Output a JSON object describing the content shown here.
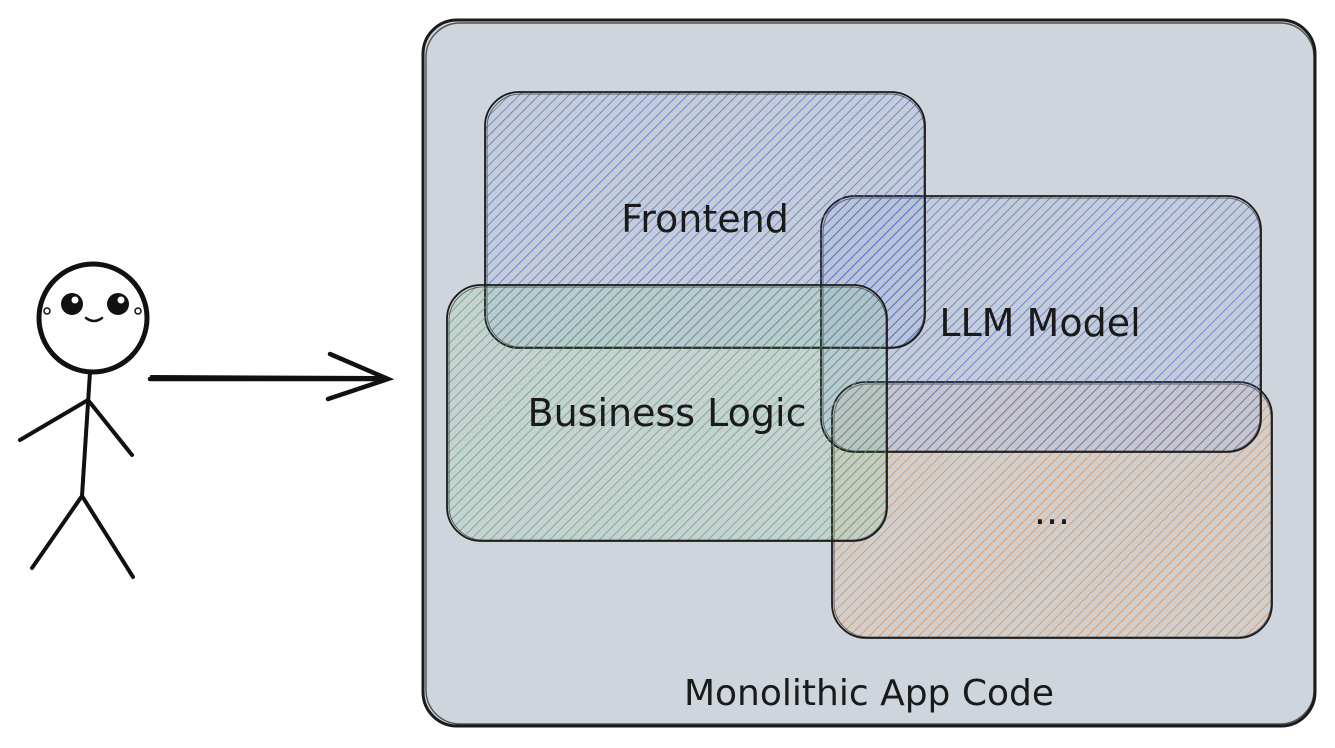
{
  "diagram": {
    "container": {
      "label": "Monolithic App Code",
      "fill": "#cfd5dc",
      "stroke": "#1b1b1b"
    },
    "modules": [
      {
        "id": "frontend",
        "label": "Frontend",
        "color": "#4b68c9"
      },
      {
        "id": "llm",
        "label": "LLM Model",
        "color": "#4b68c9"
      },
      {
        "id": "business",
        "label": "Business Logic",
        "color": "#5fa86a"
      },
      {
        "id": "other",
        "label": "...",
        "color": "#e8883a"
      }
    ],
    "user": {
      "icon": "stick-figure-user-icon"
    },
    "arrow": {
      "icon": "arrow-right-icon"
    }
  }
}
